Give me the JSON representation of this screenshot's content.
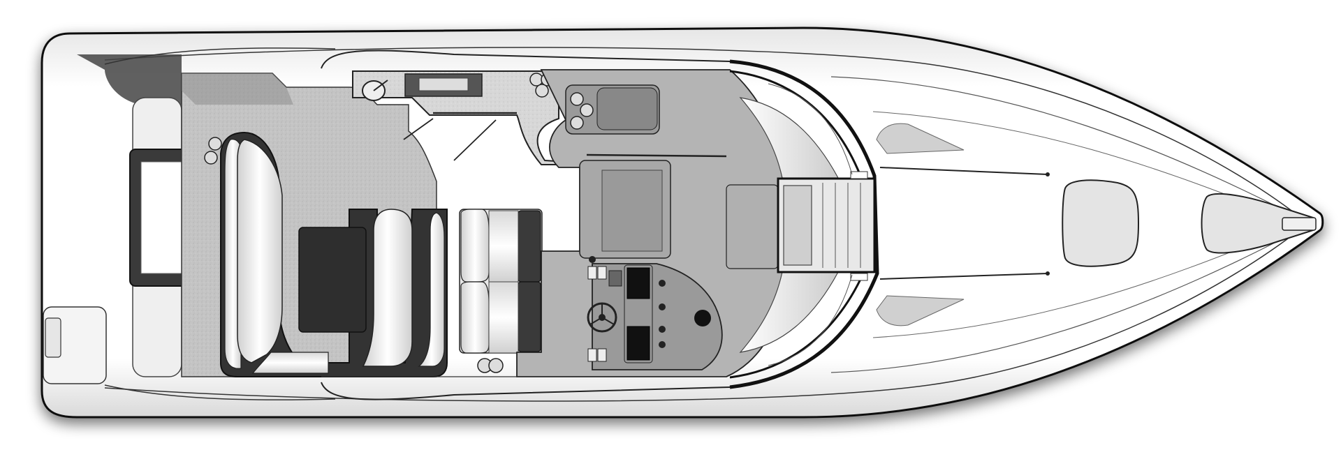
{
  "diagram": {
    "kind": "boat-deck-plan",
    "view": "top-down",
    "render_style": "grayscale-line-art",
    "colors": {
      "background": "#ffffff",
      "outline": "#111111",
      "hull": "#f7f7f7",
      "deck_floor": "#b9b9b9",
      "cockpit_floor": "#c8c8c8",
      "dark_cushion": "#3a3a3a",
      "helm_dash": "#9a9a9a",
      "shadow": "#555555"
    },
    "components": [
      {
        "id": "hull",
        "icon": "hull-outline"
      },
      {
        "id": "swim-platform",
        "icon": "platform"
      },
      {
        "id": "sun-pad",
        "icon": "cushion"
      },
      {
        "id": "aft-u-lounge",
        "icon": "seat"
      },
      {
        "id": "cockpit-table",
        "icon": "table"
      },
      {
        "id": "wet-bar",
        "icon": "sink"
      },
      {
        "id": "companionway-seat",
        "icon": "seat"
      },
      {
        "id": "double-helm-seat",
        "icon": "seat"
      },
      {
        "id": "helm-console",
        "icon": "steering-wheel"
      },
      {
        "id": "windshield",
        "icon": "windshield"
      },
      {
        "id": "forward-hatch",
        "icon": "hatch"
      },
      {
        "id": "bow-pulpit",
        "icon": "anchor-roller"
      },
      {
        "id": "cup-holders",
        "icon": "cup-holder"
      },
      {
        "id": "bow-rails",
        "icon": "rail"
      }
    ]
  }
}
